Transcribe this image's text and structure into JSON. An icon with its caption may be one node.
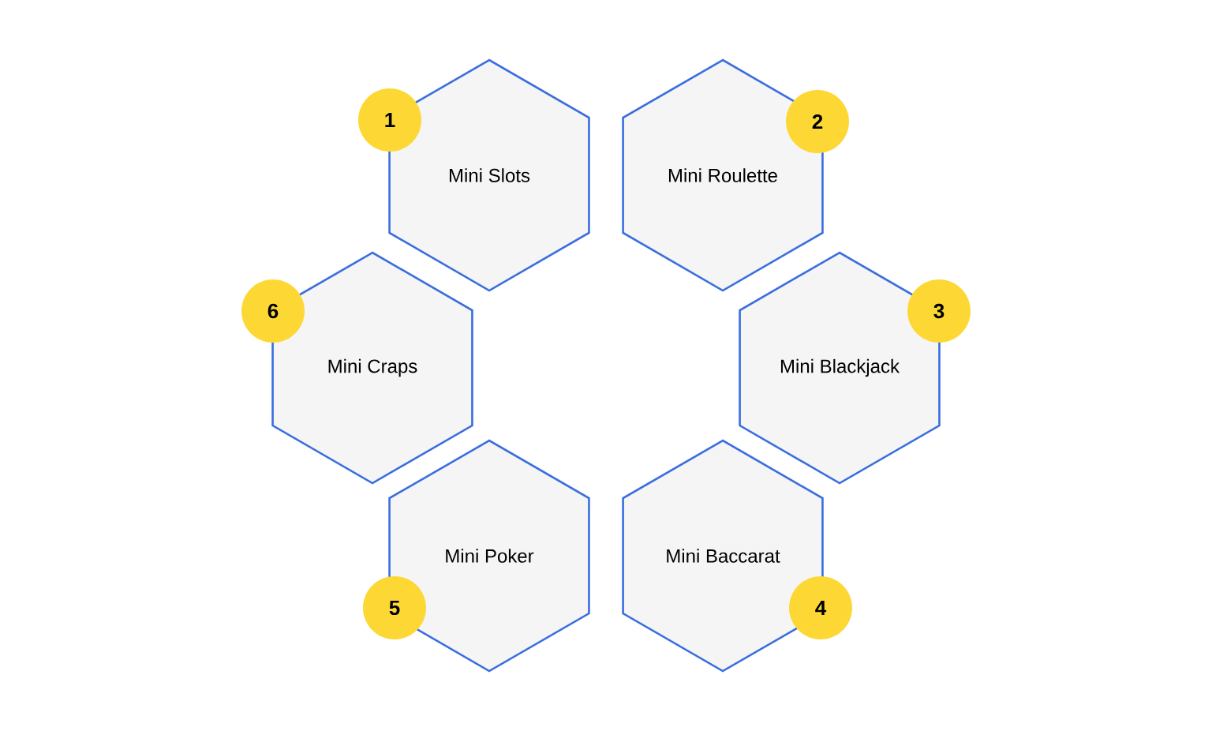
{
  "diagram": {
    "nodes": [
      {
        "text": [
          "Mini Slots"
        ]
      },
      {
        "text": [
          "1"
        ]
      },
      {
        "text": [
          "Mini Roulette"
        ]
      },
      {
        "text": [
          "2"
        ]
      },
      {
        "text": [
          "Mini Blackjack"
        ]
      },
      {
        "text": [
          "3"
        ]
      },
      {
        "text": [
          "Mini Baccarat"
        ]
      },
      {
        "text": [
          "4"
        ]
      },
      {
        "text": [
          "Mini Poker"
        ]
      },
      {
        "text": [
          "5"
        ]
      },
      {
        "text": [
          "Mini Craps"
        ]
      },
      {
        "text": [
          "6"
        ]
      }
    ]
  }
}
